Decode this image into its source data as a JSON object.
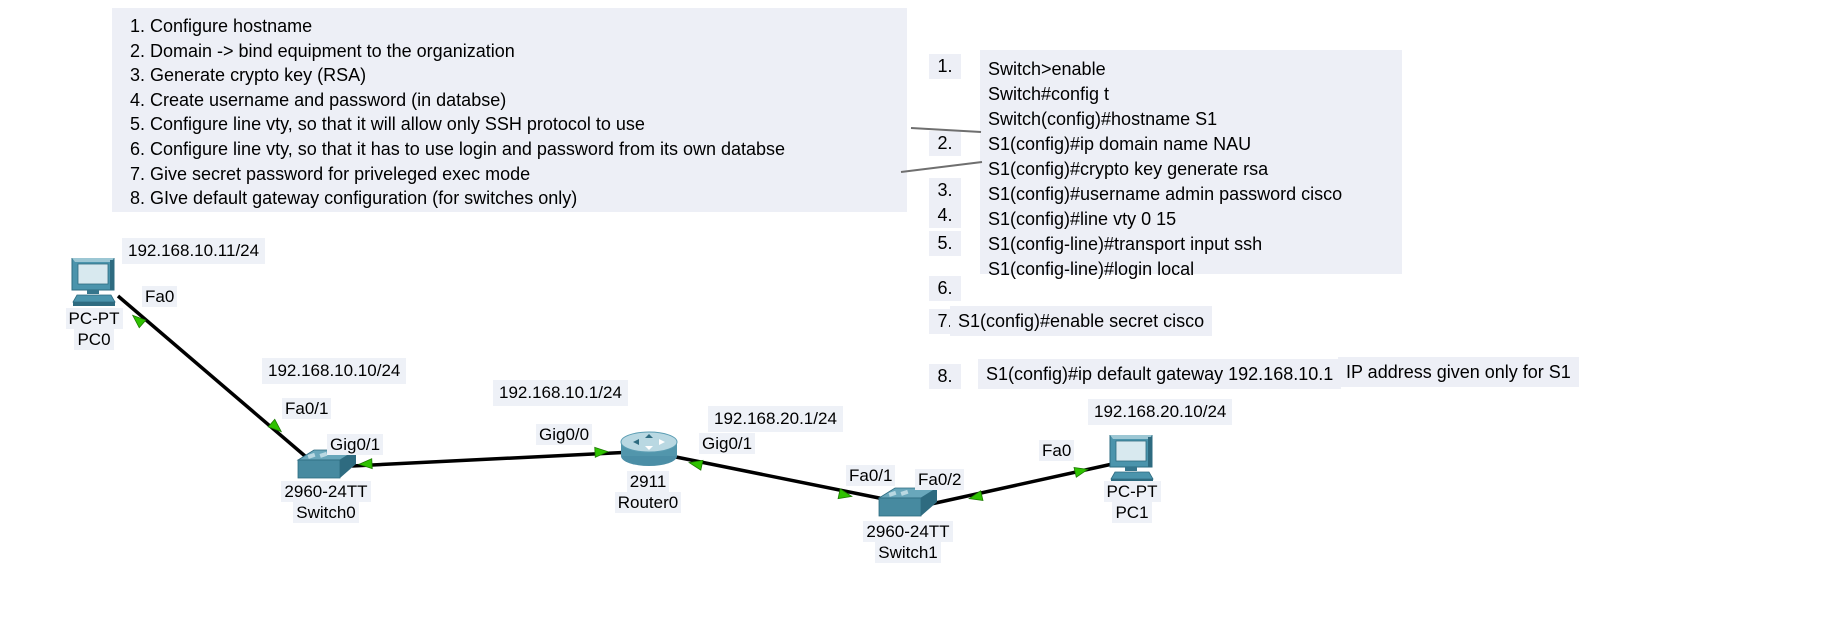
{
  "notes": {
    "items": [
      "1. Configure hostname",
      "2. Domain -> bind equipment to the organization",
      "3. Generate crypto key (RSA)",
      "4. Create username and password (in databse)",
      "5. Configure line vty, so that it will allow only SSH protocol to use",
      "6. Configure line vty, so that it has to use login and password from its own databse",
      "7. Give secret password for priveleged exec mode",
      "8. GIve default gateway configuration (for switches only)"
    ]
  },
  "commands": {
    "step_numbers": [
      "1.",
      "2.",
      "3.",
      "4.",
      "5.",
      "6.",
      "7.",
      "8."
    ],
    "block_lines": [
      "Switch>enable",
      "Switch#config t",
      "Switch(config)#hostname S1",
      "S1(config)#ip domain name NAU",
      "S1(config)#crypto key generate rsa",
      "S1(config)#username admin password cisco",
      "S1(config)#line vty 0 15",
      "S1(config-line)#transport input ssh",
      "S1(config-line)#login local"
    ],
    "enable_secret_line": "S1(config)#enable secret cisco",
    "default_gateway_line": "S1(config)#ip default gateway 192.168.10.1",
    "gateway_note": "IP address given only for S1"
  },
  "diagram": {
    "devices": [
      {
        "model": "PC-PT",
        "name": "PC0"
      },
      {
        "model": "2960-24TT",
        "name": "Switch0"
      },
      {
        "model": "2911",
        "name": "Router0"
      },
      {
        "model": "2960-24TT",
        "name": "Switch1"
      },
      {
        "model": "PC-PT",
        "name": "PC1"
      }
    ],
    "ports": {
      "pc0_fa0": "Fa0",
      "sw0_fa01": "Fa0/1",
      "sw0_gig01": "Gig0/1",
      "r0_gig00": "Gig0/0",
      "r0_gig01": "Gig0/1",
      "sw1_fa01": "Fa0/1",
      "sw1_fa02": "Fa0/2",
      "pc1_fa0": "Fa0"
    },
    "ip_labels": {
      "pc0": "192.168.10.11/24",
      "sw0": "192.168.10.10/24",
      "r0_left": "192.168.10.1/24",
      "r0_right": "192.168.20.1/24",
      "pc1": "192.168.20.10/24"
    }
  },
  "colors": {
    "note_bg": "#edeff6",
    "label_bg": "#eef1f7",
    "link_line": "#000000",
    "leader_line": "#6f6f6f",
    "status_green": "#2fc200",
    "device_teal": "#4b94ac",
    "device_dark_teal": "#2e6b80",
    "device_light_teal": "#b9d8e2"
  }
}
